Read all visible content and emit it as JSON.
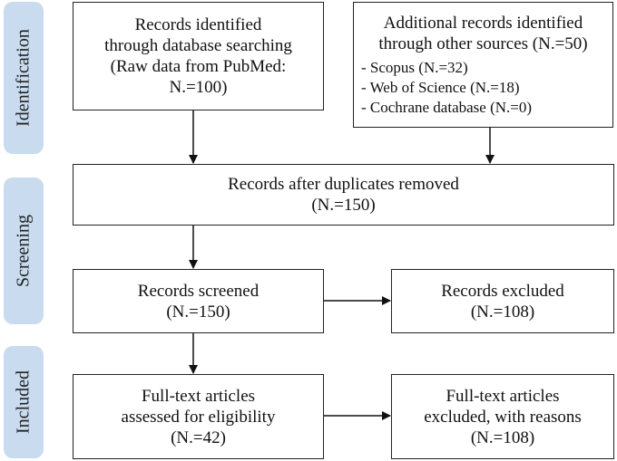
{
  "phases": {
    "identification": "Identification",
    "screening": "Screening",
    "included": "Included"
  },
  "boxes": {
    "database": {
      "lines": [
        "Records identified",
        "through database searching",
        "(Raw data from PubMed:",
        "N.=100)"
      ]
    },
    "other_sources": {
      "lines": [
        "Additional records identified",
        "through other sources (N.=50)"
      ],
      "items": [
        "- Scopus (N.=32)",
        "- Web of Science (N.=18)",
        "- Cochrane database (N.=0)"
      ]
    },
    "duplicates_removed": {
      "lines": [
        "Records after duplicates removed",
        "(N.=150)"
      ]
    },
    "screened": {
      "lines": [
        "Records screened",
        "(N.=150)"
      ]
    },
    "excluded": {
      "lines": [
        "Records excluded",
        "(N.=108)"
      ]
    },
    "fulltext_assessed": {
      "lines": [
        "Full-text articles",
        "assessed for eligibility",
        "(N.=42)"
      ]
    },
    "fulltext_excluded": {
      "lines": [
        "Full-text articles",
        "excluded, with reasons",
        "(N.=108)"
      ]
    }
  },
  "colors": {
    "phase_band": "#c9dcef",
    "border": "#222222"
  }
}
